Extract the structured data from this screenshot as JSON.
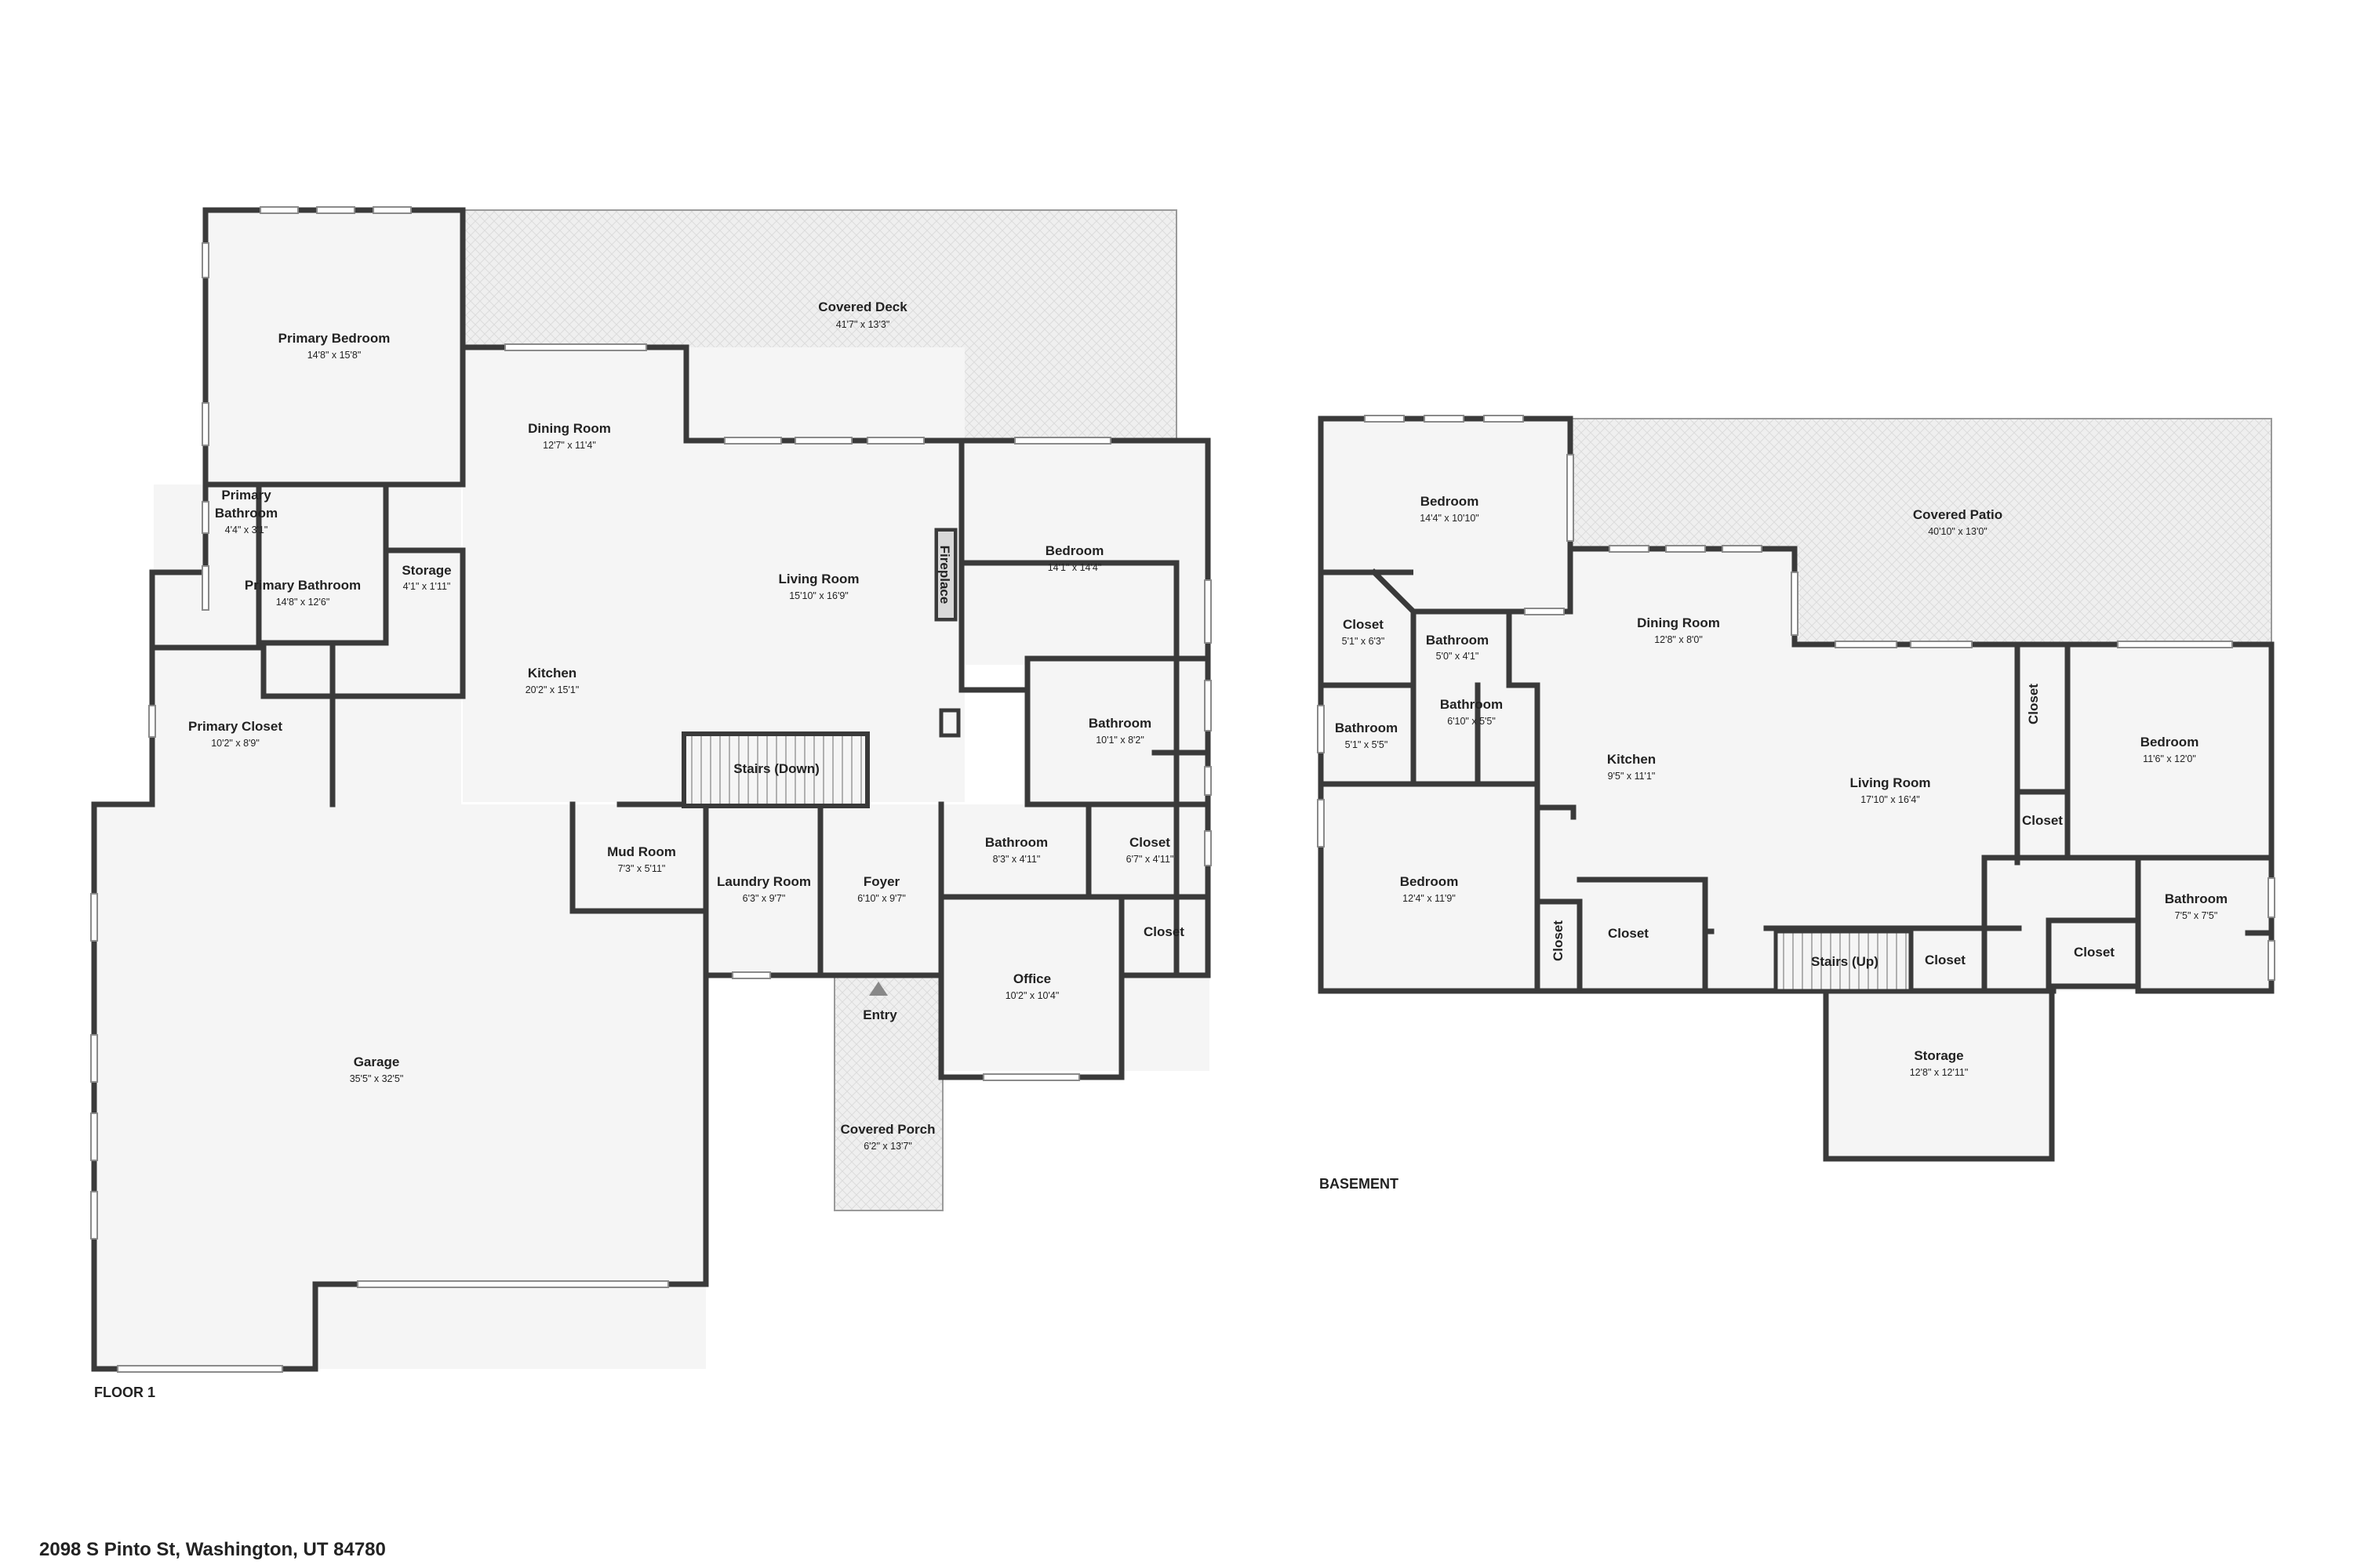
{
  "address": "2098 S Pinto St, Washington, UT 84780",
  "colors": {
    "wall": "#3a3a3a",
    "floor": "#f5f5f5",
    "paving": "#eeeeee",
    "window": "#ffffff",
    "text": "#222222"
  },
  "floor1": {
    "label": "FLOOR 1",
    "rooms": {
      "covered_deck": {
        "name": "Covered Deck",
        "dim": "41'7\" x 13'3\""
      },
      "primary_bedroom": {
        "name": "Primary Bedroom",
        "dim": "14'8\" x 15'8\""
      },
      "dining_room": {
        "name": "Dining Room",
        "dim": "12'7\" x 11'4\""
      },
      "primary_bathroom_small": {
        "name_line1": "Primary",
        "name_line2": "Bathroom",
        "dim": "4'4\" x 3'1\""
      },
      "primary_bathroom": {
        "name": "Primary Bathroom",
        "dim": "14'8\" x 12'6\""
      },
      "storage": {
        "name": "Storage",
        "dim": "4'1\" x 1'11\""
      },
      "living_room": {
        "name": "Living Room",
        "dim": "15'10\" x 16'9\""
      },
      "fireplace": {
        "name": "Fireplace"
      },
      "bedroom": {
        "name": "Bedroom",
        "dim": "14'1\" x 14'4\""
      },
      "kitchen": {
        "name": "Kitchen",
        "dim": "20'2\" x 15'1\""
      },
      "bathroom": {
        "name": "Bathroom",
        "dim": "10'1\" x 8'2\""
      },
      "primary_closet": {
        "name": "Primary Closet",
        "dim": "10'2\" x 8'9\""
      },
      "stairs_down": {
        "name": "Stairs (Down)"
      },
      "mud_room": {
        "name": "Mud Room",
        "dim": "7'3\" x 5'11\""
      },
      "laundry_room": {
        "name": "Laundry Room",
        "dim": "6'3\" x 9'7\""
      },
      "foyer": {
        "name": "Foyer",
        "dim": "6'10\" x 9'7\""
      },
      "bathroom_2": {
        "name": "Bathroom",
        "dim": "8'3\" x 4'11\""
      },
      "closet_1": {
        "name": "Closet",
        "dim": "6'7\" x 4'11\""
      },
      "closet_2": {
        "name": "Closet"
      },
      "office": {
        "name": "Office",
        "dim": "10'2\" x 10'4\""
      },
      "entry": {
        "name": "Entry"
      },
      "garage": {
        "name": "Garage",
        "dim": "35'5\" x 32'5\""
      },
      "covered_porch": {
        "name": "Covered Porch",
        "dim": "6'2\" x 13'7\""
      }
    }
  },
  "basement": {
    "label": "BASEMENT",
    "rooms": {
      "bedroom_1": {
        "name": "Bedroom",
        "dim": "14'4\" x 10'10\""
      },
      "covered_patio": {
        "name": "Covered Patio",
        "dim": "40'10\" x 13'0\""
      },
      "closet_1": {
        "name": "Closet",
        "dim": "5'1\" x 6'3\""
      },
      "bathroom_1": {
        "name": "Bathroom",
        "dim": "5'0\" x 4'1\""
      },
      "dining_room": {
        "name": "Dining Room",
        "dim": "12'8\" x 8'0\""
      },
      "closet_v1": {
        "name": "Closet"
      },
      "bedroom_2": {
        "name": "Bedroom",
        "dim": "11'6\" x 12'0\""
      },
      "bathroom_2": {
        "name": "Bathroom",
        "dim": "5'1\" x 5'5\""
      },
      "bathroom_3": {
        "name": "Bathroom",
        "dim": "6'10\" x 5'5\""
      },
      "kitchen": {
        "name": "Kitchen",
        "dim": "9'5\" x 11'1\""
      },
      "living_room": {
        "name": "Living Room",
        "dim": "17'10\" x 16'4\""
      },
      "closet_2": {
        "name": "Closet"
      },
      "bedroom_3": {
        "name": "Bedroom",
        "dim": "12'4\" x 11'9\""
      },
      "bathroom_4": {
        "name": "Bathroom",
        "dim": "7'5\" x 7'5\""
      },
      "closet_v2": {
        "name": "Closet"
      },
      "closet_3": {
        "name": "Closet"
      },
      "stairs_up": {
        "name": "Stairs (Up)"
      },
      "closet_4": {
        "name": "Closet"
      },
      "closet_5": {
        "name": "Closet"
      },
      "storage": {
        "name": "Storage",
        "dim": "12'8\" x 12'11\""
      }
    }
  }
}
